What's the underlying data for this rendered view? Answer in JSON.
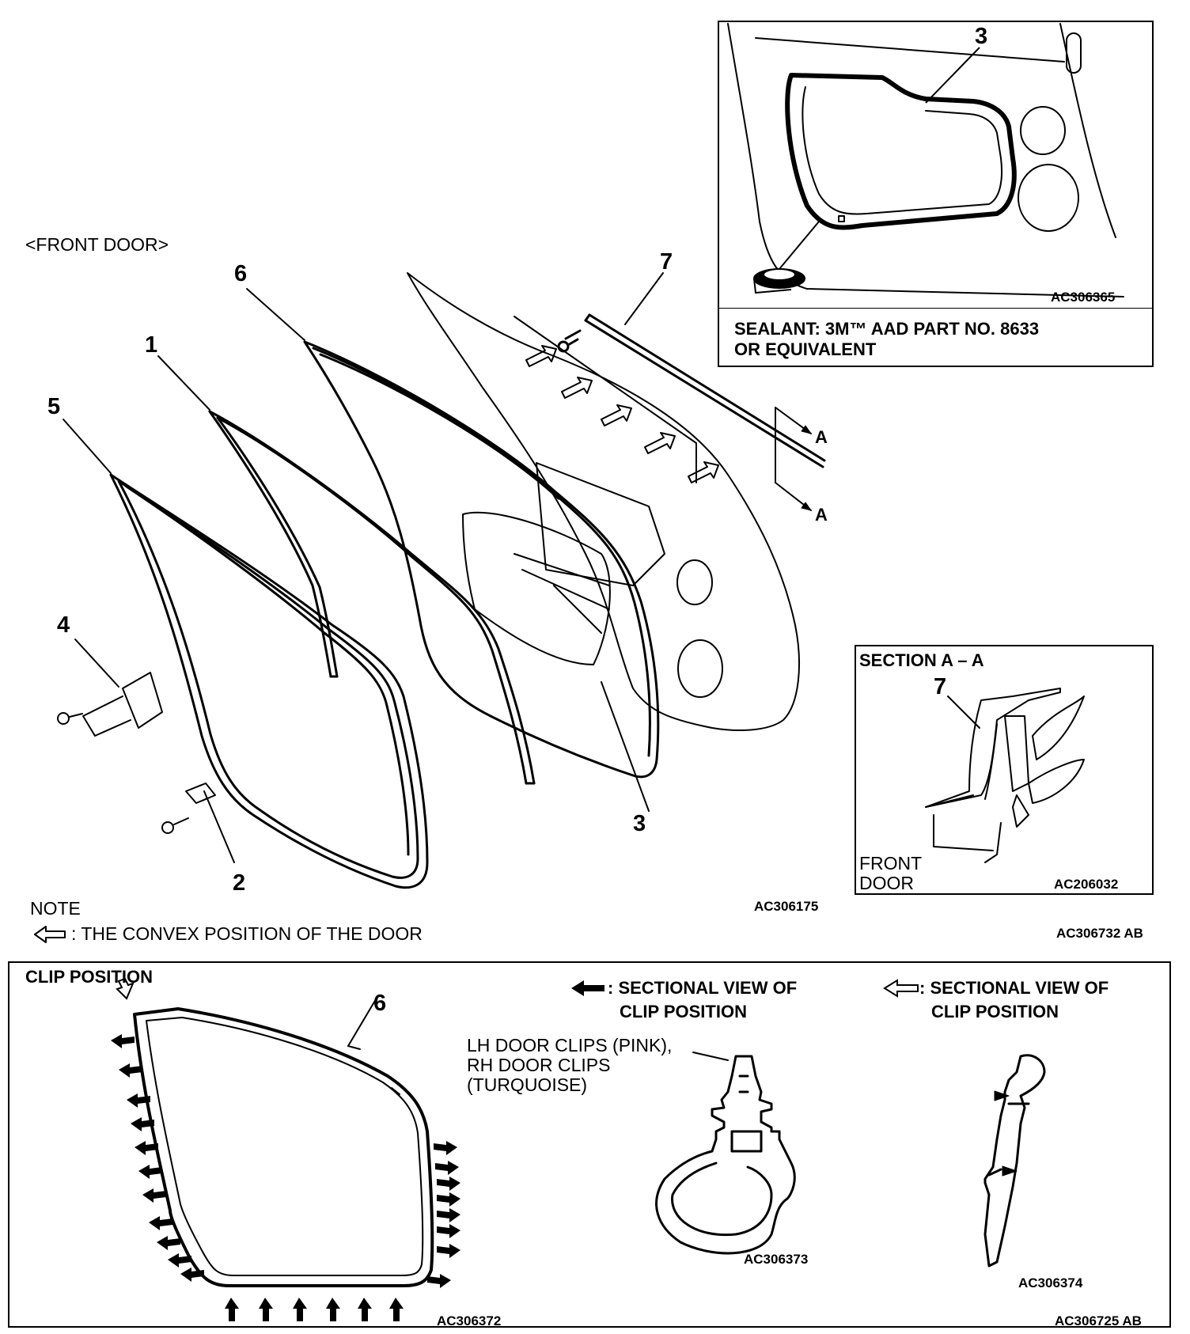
{
  "top": {
    "front_door_title": "<FRONT DOOR>",
    "callouts": [
      "1",
      "2",
      "3",
      "4",
      "5",
      "6",
      "7"
    ],
    "section_letter": "A",
    "figure_code": "AC306175",
    "note_title": "NOTE",
    "note_text": ": THE CONVEX POSITION OF THE DOOR",
    "sheet_code": "AC306732 AB"
  },
  "sealant_panel": {
    "callout": "3",
    "figure_code": "AC306365",
    "text_line1": "SEALANT: 3M™ AAD PART NO. 8633",
    "text_line2": "OR EQUIVALENT"
  },
  "section_panel": {
    "title": "SECTION A – A",
    "callout": "7",
    "front_line1": "FRONT",
    "front_line2": "DOOR",
    "figure_code": "AC206032"
  },
  "bottom": {
    "clip_title": "CLIP POSITION",
    "callout": "6",
    "figure_code_left": "AC306372",
    "black_legend_line1": ": SECTIONAL VIEW OF",
    "black_legend_line2": "CLIP POSITION",
    "white_legend_line1": ": SECTIONAL VIEW OF",
    "white_legend_line2": "CLIP POSITION",
    "clip_note_line1": "LH DOOR CLIPS (PINK),",
    "clip_note_line2": "RH DOOR CLIPS",
    "clip_note_line3": "(TURQUOISE)",
    "figure_code_mid": "AC306373",
    "figure_code_right": "AC306374",
    "sheet_code": "AC306725 AB"
  }
}
